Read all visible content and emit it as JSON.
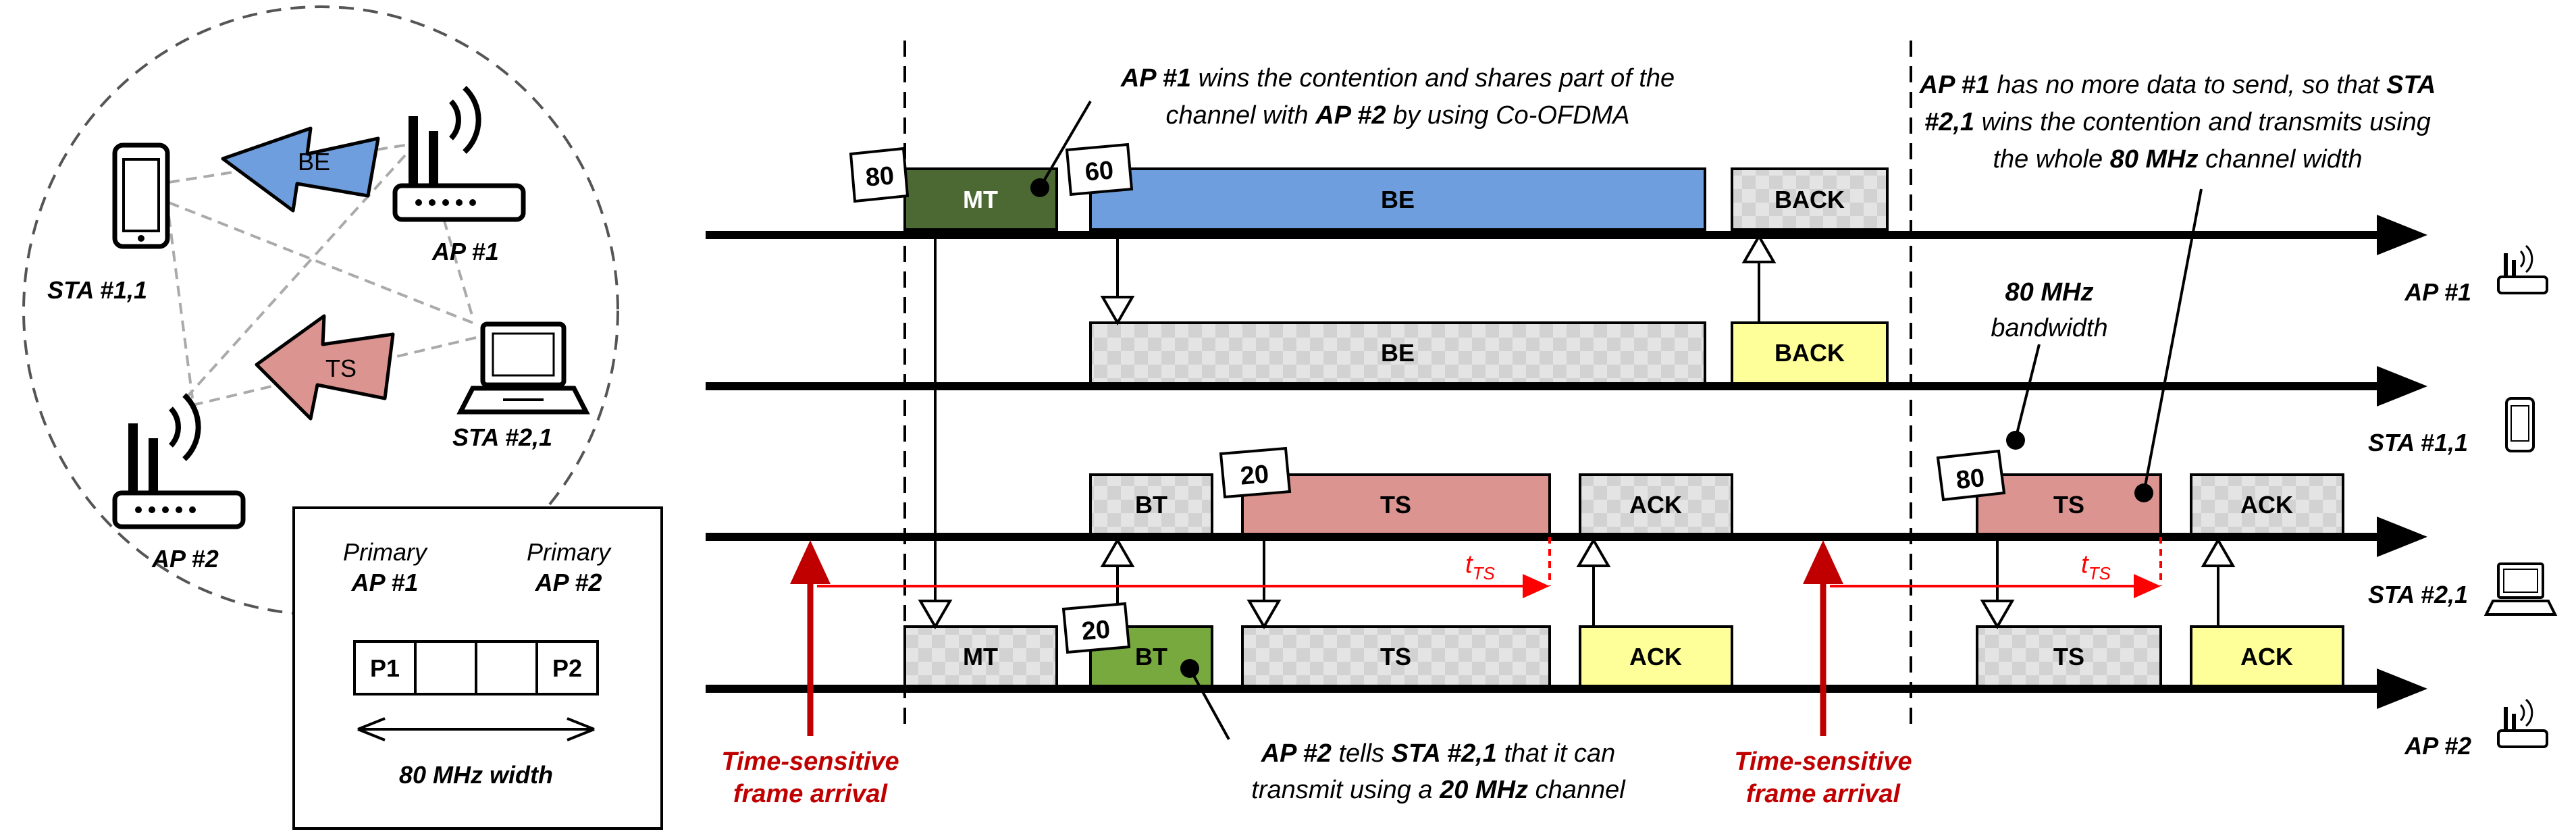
{
  "colors": {
    "be_blue": "#6f9ede",
    "ts_red": "#dc9490",
    "mt_green": "#4c6934",
    "bt_green": "#77a93f",
    "ack_yellow": "#ffff99",
    "faded_grey": "#dcdcdc",
    "arrival_red": "#c00000",
    "timer_red": "#ff0000"
  },
  "topology": {
    "devices": {
      "sta11": "STA #1,1",
      "ap1": "AP #1",
      "sta21": "STA #2,1",
      "ap2": "AP #2"
    },
    "arrow_be": "BE",
    "arrow_ts": "TS",
    "channel_box": {
      "primary_left_1": "Primary",
      "primary_left_2": "AP #1",
      "primary_right_1": "Primary",
      "primary_right_2": "AP #2",
      "cell_p1": "P1",
      "cell_p2": "P2",
      "width_label": "80 MHz width"
    }
  },
  "timeline": {
    "rows": {
      "ap1": "AP #1",
      "sta11": "STA #1,1",
      "sta21": "STA #2,1",
      "ap2": "AP #2"
    },
    "frames": {
      "mt": "MT",
      "be": "BE",
      "back": "BACK",
      "bt": "BT",
      "ts": "TS",
      "ack": "ACK"
    },
    "bandwidth_tags": {
      "t80a": "80",
      "t60": "60",
      "t20a": "20",
      "t20b": "20",
      "t80b": "80"
    },
    "timer_label": "t",
    "timer_sub": "TS",
    "arrival_label_1": "Time-sensitive",
    "arrival_label_2": "frame arrival",
    "annotations": {
      "a1_l1": [
        "AP #1",
        " wins the contention and shares part of the"
      ],
      "a1_l2": [
        "channel with ",
        "AP #2",
        " by using Co-OFDMA"
      ],
      "a2_l1": [
        "AP #1",
        " has no more data to send, so that ",
        "STA"
      ],
      "a2_l2": [
        "#2,1",
        " wins the contention and transmits using"
      ],
      "a2_l3": [
        "the whole ",
        "80 MHz",
        " channel width"
      ],
      "a3_l1": "80 MHz",
      "a3_l2": "bandwidth",
      "a4_l1": [
        "AP #2",
        " tells ",
        "STA #2,1",
        " that it can"
      ],
      "a4_l2": [
        "transmit using a ",
        "20 MHz",
        " channel"
      ]
    }
  }
}
